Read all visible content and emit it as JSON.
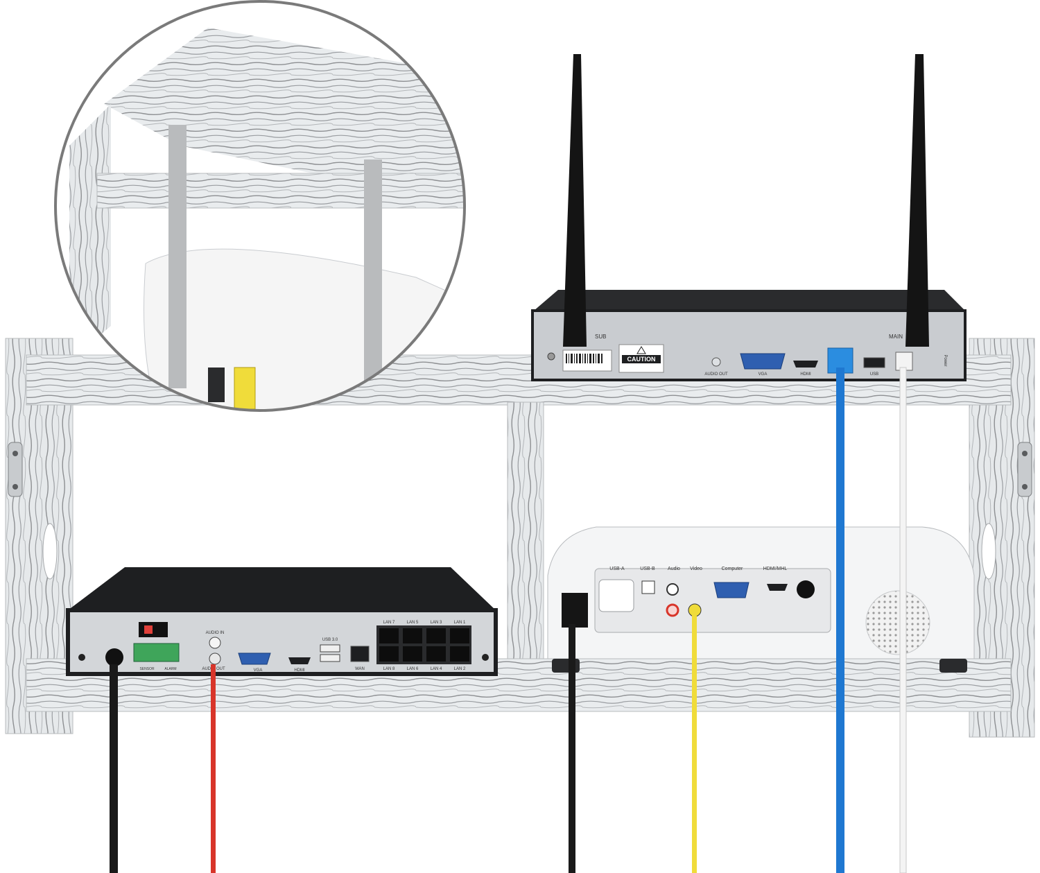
{
  "colors": {
    "wood_light": "#e9ecee",
    "wood_grain": "#8d8f92",
    "device_black": "#1e1f21",
    "panel_silver": "#c9ccd0",
    "cable_black": "#1a1a1a",
    "cable_red": "#d8352a",
    "cable_yellow": "#f0dc3a",
    "cable_blue": "#1f78d1",
    "cable_white": "#f4f4f4",
    "port_blue": "#2f5fb0",
    "magnifier_ring": "#7a7a7a"
  },
  "wifi_nvr": {
    "antenna_left_label": "SUB",
    "antenna_right_label": "MAIN",
    "caution_label": "CAUTION",
    "ports": {
      "audio_out": "AUDIO OUT",
      "vga": "VGA",
      "hdmi": "HDMI",
      "usb": "USB",
      "power": "Power"
    }
  },
  "poe_nvr": {
    "sensor_label": "SENSOR",
    "alarm_label": "ALARM",
    "audio_in_label": "AUDIO IN",
    "audio_out_label": "AUDIO OUT",
    "vga_label": "VGA",
    "hdmi_label": "HDMI",
    "usb_label": "USB 3.0",
    "wan_label": "WAN",
    "lan_top": [
      "LAN 7",
      "LAN 5",
      "LAN 3",
      "LAN 1"
    ],
    "lan_bottom": [
      "LAN 8",
      "LAN 6",
      "LAN 4",
      "LAN 2"
    ]
  },
  "projector": {
    "usb_a": "USB-A",
    "usb_b": "USB-B",
    "audio": "Audio",
    "video": "Video",
    "computer": "Computer",
    "hdmi": "HDMI/MHL"
  }
}
